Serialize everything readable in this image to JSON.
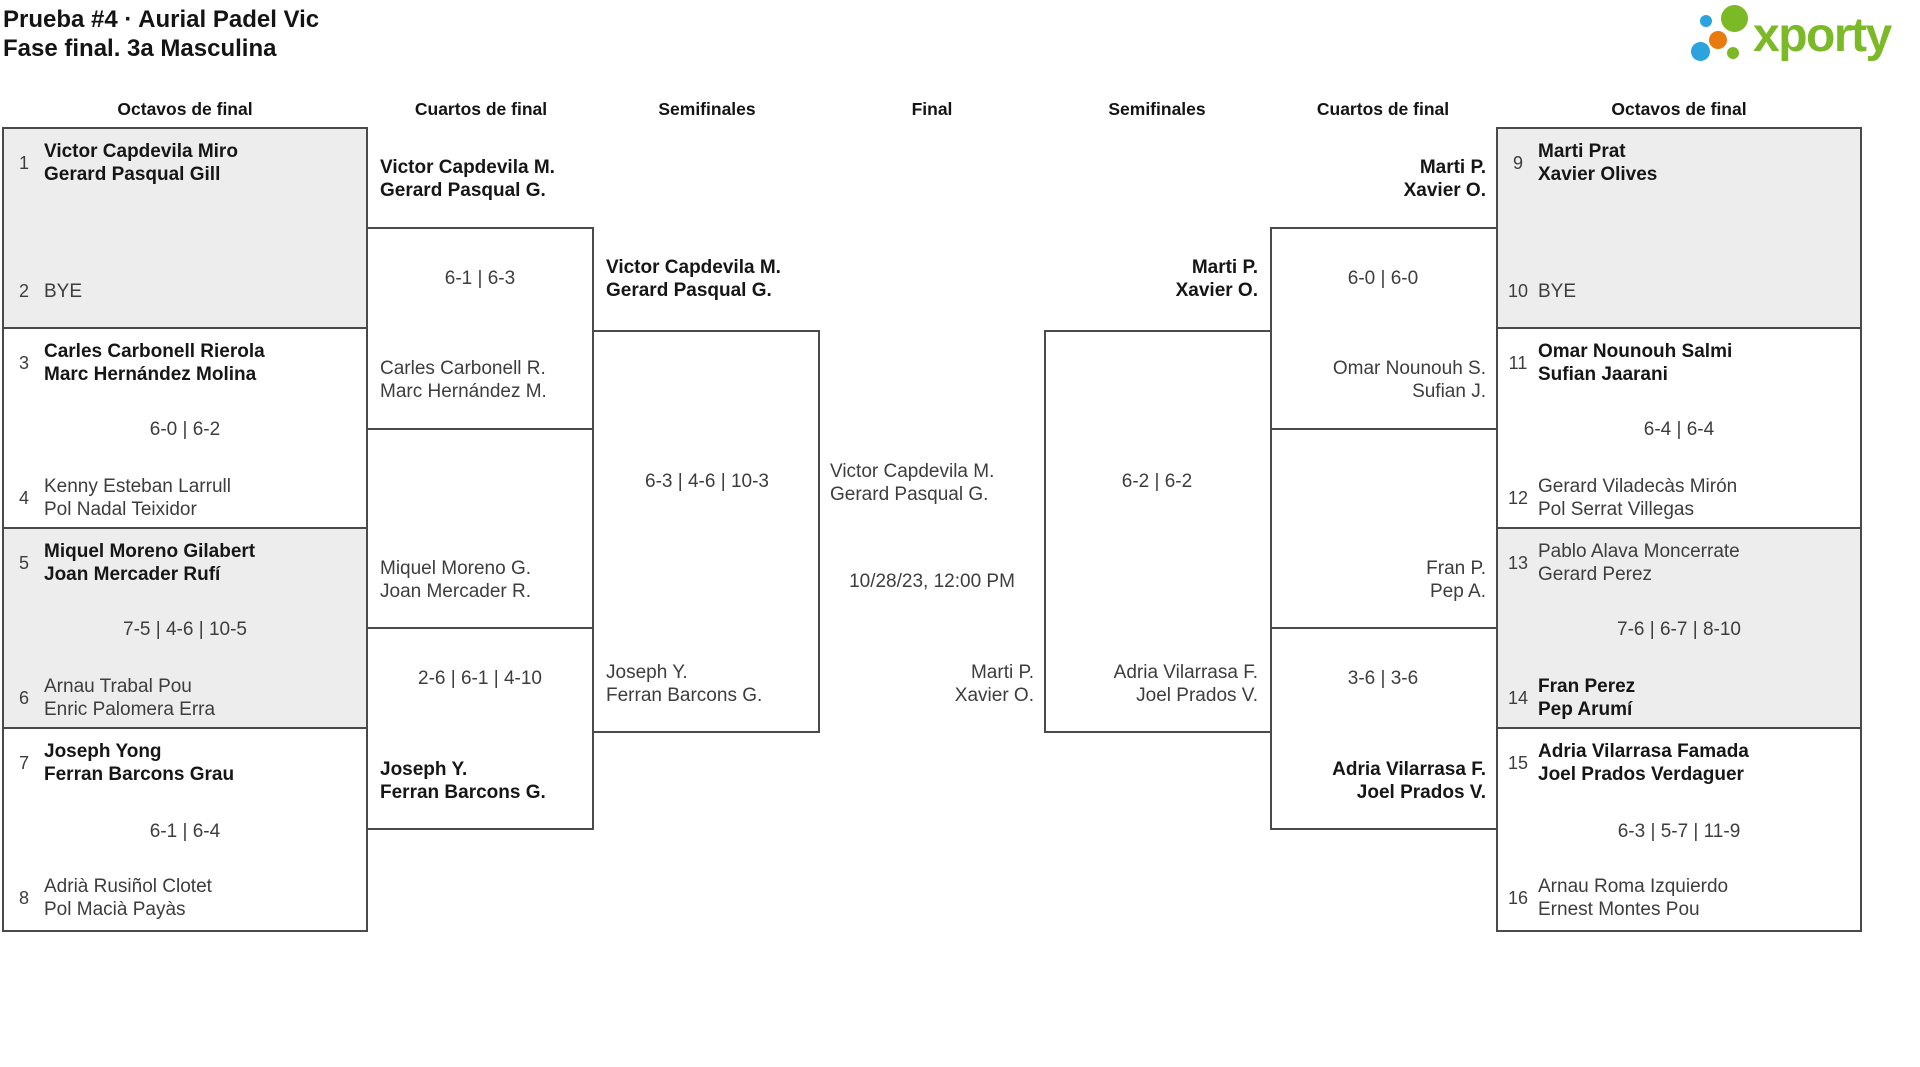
{
  "title": {
    "line1": "Prueba #4 · Aurial Padel Vic",
    "line2": "Fase final. 3a Masculina"
  },
  "logo": {
    "brand": "xporty"
  },
  "colors": {
    "border": "#4a4a4a",
    "bye_row_fill": "#ededed",
    "winner_text": "#161616",
    "regular_text": "#3d3d3d",
    "logo_green": "#7cb927",
    "logo_blue": "#2ba3dc",
    "logo_orange": "#e87a10"
  },
  "rounds": {
    "r16_left": "Octavos de final",
    "qf_left": "Cuartos de final",
    "sf_left": "Semifinales",
    "final": "Final",
    "sf_right": "Semifinales",
    "qf_right": "Cuartos de final",
    "r16_right": "Octavos de final"
  },
  "r16_left": [
    {
      "seed_top": "1",
      "top": [
        "Victor Capdevila Miro",
        "Gerard Pasqual Gill"
      ],
      "winner": "top",
      "score": "",
      "seed_bottom": "2",
      "bottom": [
        "BYE"
      ]
    },
    {
      "seed_top": "3",
      "top": [
        "Carles Carbonell Rierola",
        "Marc Hernández Molina"
      ],
      "winner": "top",
      "score": "6-0 | 6-2",
      "seed_bottom": "4",
      "bottom": [
        "Kenny Esteban Larrull",
        "Pol Nadal Teixidor"
      ]
    },
    {
      "seed_top": "5",
      "top": [
        "Miquel Moreno Gilabert",
        "Joan Mercader Rufí"
      ],
      "winner": "top",
      "score": "7-5 | 4-6 | 10-5",
      "seed_bottom": "6",
      "bottom": [
        "Arnau Trabal Pou",
        "Enric Palomera Erra"
      ]
    },
    {
      "seed_top": "7",
      "top": [
        "Joseph Yong",
        "Ferran Barcons Grau"
      ],
      "winner": "top",
      "score": "6-1 | 6-4",
      "seed_bottom": "8",
      "bottom": [
        "Adrià Rusiñol Clotet",
        "Pol Macià Payàs"
      ]
    }
  ],
  "qf_left": [
    {
      "top": [
        "Victor Capdevila M.",
        "Gerard Pasqual G."
      ],
      "winner": "top",
      "score": "6-1 | 6-3",
      "bottom": [
        "Carles Carbonell R.",
        "Marc Hernández M."
      ]
    },
    {
      "top": [
        "Miquel Moreno G.",
        "Joan Mercader R."
      ],
      "winner": "bottom",
      "score": "2-6 | 6-1 | 4-10",
      "bottom": [
        "Joseph Y.",
        "Ferran Barcons G."
      ]
    }
  ],
  "sf_left": {
    "top": [
      "Victor Capdevila M.",
      "Gerard Pasqual G."
    ],
    "winner": "top",
    "score": "6-3 | 4-6 | 10-3",
    "bottom": [
      "Joseph Y.",
      "Ferran Barcons G."
    ]
  },
  "final": {
    "top": [
      "Victor Capdevila M.",
      "Gerard Pasqual G."
    ],
    "datetime": "10/28/23, 12:00 PM",
    "bottom": [
      "Marti P.",
      "Xavier O."
    ]
  },
  "sf_right": {
    "top": [
      "Marti P.",
      "Xavier O."
    ],
    "winner": "top",
    "score": "6-2 | 6-2",
    "bottom": [
      "Adria Vilarrasa F.",
      "Joel Prados V."
    ]
  },
  "qf_right": [
    {
      "top": [
        "Marti P.",
        "Xavier O."
      ],
      "winner": "top",
      "score": "6-0 | 6-0",
      "bottom": [
        "Omar Nounouh S.",
        "Sufian J."
      ]
    },
    {
      "top": [
        "Fran P.",
        "Pep A."
      ],
      "winner": "bottom",
      "score": "3-6 | 3-6",
      "bottom": [
        "Adria Vilarrasa F.",
        "Joel Prados V."
      ]
    }
  ],
  "r16_right": [
    {
      "seed_top": "9",
      "top": [
        "Marti Prat",
        "Xavier Olives"
      ],
      "winner": "top",
      "score": "",
      "seed_bottom": "10",
      "bottom": [
        "BYE"
      ]
    },
    {
      "seed_top": "11",
      "top": [
        "Omar Nounouh Salmi",
        "Sufian Jaarani"
      ],
      "winner": "top",
      "score": "6-4 | 6-4",
      "seed_bottom": "12",
      "bottom": [
        "Gerard Viladecàs Mirón",
        "Pol Serrat Villegas"
      ]
    },
    {
      "seed_top": "13",
      "top": [
        "Pablo Alava Moncerrate",
        "Gerard Perez"
      ],
      "winner": "bottom",
      "score": "7-6 | 6-7 | 8-10",
      "seed_bottom": "14",
      "bottom": [
        "Fran Perez",
        "Pep Arumí"
      ]
    },
    {
      "seed_top": "15",
      "top": [
        "Adria Vilarrasa Famada",
        "Joel Prados Verdaguer"
      ],
      "winner": "top",
      "score": "6-3 | 5-7 | 11-9",
      "seed_bottom": "16",
      "bottom": [
        "Arnau Roma Izquierdo",
        "Ernest Montes Pou"
      ]
    }
  ]
}
